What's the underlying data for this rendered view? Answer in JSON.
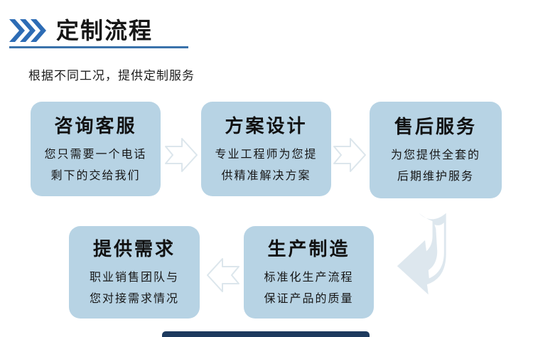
{
  "header": {
    "title": "定制流程",
    "subtitle": "根据不同工况，提供定制服务",
    "accent_color": "#2d6cb5",
    "underline_color": "#3a72ab"
  },
  "flow": {
    "box_color": "#b7d3e4",
    "connector_fill": "#ffffff",
    "connector_outline": "#dce6ec",
    "bent_arrow_color": "#dde7ee",
    "steps": [
      {
        "title": "咨询客服",
        "line1": "您只需要一个电话",
        "line2": "剩下的交给我们"
      },
      {
        "title": "方案设计",
        "line1": "专业工程师为您提",
        "line2": "供精准解决方案"
      },
      {
        "title": "售后服务",
        "line1": "为您提供全套的",
        "line2": "后期维护服务"
      },
      {
        "title": "生产制造",
        "line1": "标准化生产流程",
        "line2": "保证产品的质量"
      },
      {
        "title": "提供需求",
        "line1": "职业销售团队与",
        "line2": "您对接需求情况"
      }
    ]
  },
  "footer": {
    "bar_color": "#1d3a5e"
  }
}
